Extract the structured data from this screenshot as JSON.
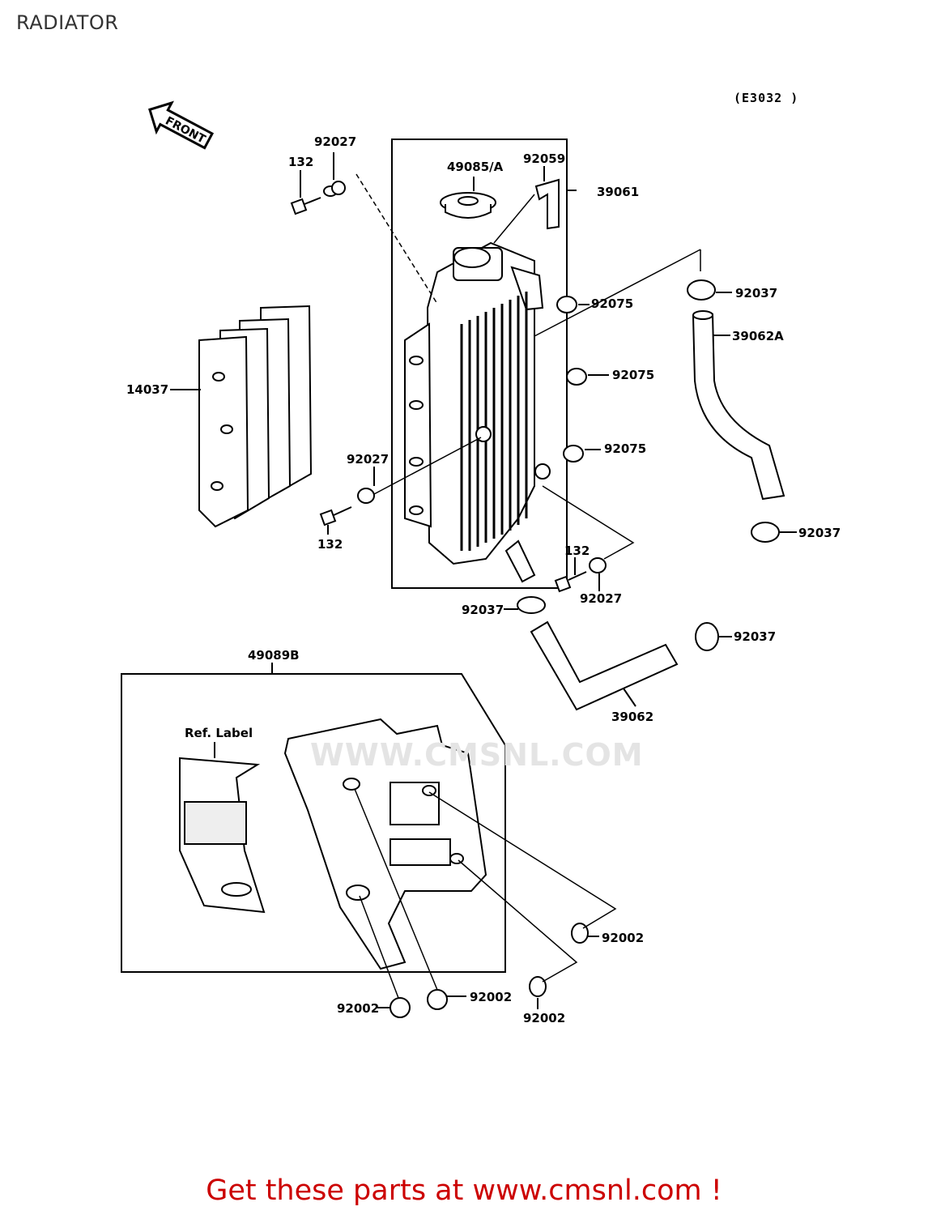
{
  "title": "RADIATOR",
  "diagram_code": "(E3032 )",
  "ref_label": "Ref. Label",
  "watermark": "WWW.CMSNL.COM",
  "footer": "Get these parts at www.cmsnl.com !",
  "parts": {
    "p92027_top": "92027",
    "p132_top": "132",
    "p49085": "49085/A",
    "p92059": "92059",
    "p39061": "39061",
    "p92037_a": "92037",
    "p92075_a": "92075",
    "p39062A": "39062A",
    "p92075_b": "92075",
    "p14037": "14037",
    "p92075_c": "92075",
    "p92027_mid": "92027",
    "p132_mid": "132",
    "p92037_b": "92037",
    "p132_low": "132",
    "p92027_low": "92027",
    "p92037_c": "92037",
    "p92037_d": "92037",
    "p49089B": "49089B",
    "p39062": "39062",
    "p92002_a": "92002",
    "p92002_b": "92002",
    "p92002_c": "92002",
    "p92002_d": "92002"
  },
  "colors": {
    "footer": "#cc0000",
    "lines": "#000000"
  },
  "icons": {
    "front_arrow": "FRONT"
  }
}
